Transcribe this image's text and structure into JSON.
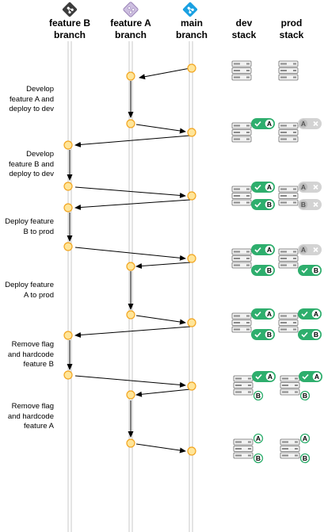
{
  "columns": {
    "feature_b": {
      "line1": "feature B",
      "line2": "branch",
      "icon": "git-icon",
      "color": "#3d3d3d"
    },
    "feature_a": {
      "line1": "feature A",
      "line2": "branch",
      "icon": "git-icon",
      "color": "#9c85b8"
    },
    "main": {
      "line1": "main",
      "line2": "branch",
      "icon": "git-icon",
      "color": "#1ba1e2"
    },
    "dev": {
      "line1": "dev",
      "line2": "stack"
    },
    "prod": {
      "line1": "prod",
      "line2": "stack"
    }
  },
  "steps": [
    {
      "lines": [
        "Develop",
        "feature A and",
        "deploy to dev"
      ]
    },
    {
      "lines": [
        "Develop",
        "feature B and",
        "deploy to dev"
      ]
    },
    {
      "lines": [
        "Deploy feature",
        "B to prod"
      ]
    },
    {
      "lines": [
        "Deploy feature",
        "A to prod"
      ]
    },
    {
      "lines": [
        "Remove flag",
        "and hardcode",
        "feature B"
      ]
    },
    {
      "lines": [
        "Remove flag",
        "and hardcode",
        "feature A"
      ]
    }
  ],
  "badges": {
    "feature_a": "A",
    "feature_b": "B"
  },
  "colors": {
    "commit_fill": "#ffe599",
    "commit_stroke": "#f2a51f",
    "flag_on": "#2eae6d",
    "flag_off": "#d3d3d3",
    "hardcoded": "#2eae6d",
    "branch_line": "#c8c8c8"
  }
}
